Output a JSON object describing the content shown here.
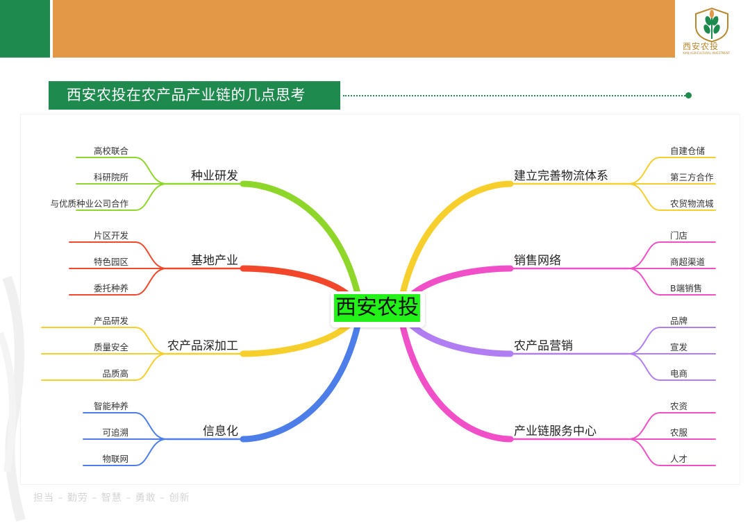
{
  "logo": {
    "name": "西安农投",
    "subtitle": "XIAN AGRICULTURAL INVESTMENT",
    "icon": "wheat-shield-icon"
  },
  "title": "西安农投在农产品产业链的几点思考",
  "motto": "担当 – 勤劳 – 智慧 – 勇敢 – 创新",
  "colors": {
    "header_green": "#1e8a4e",
    "header_orange": "#e39848",
    "center_highlight": "#22f218"
  },
  "mindmap": {
    "center": "西安农投",
    "left": [
      {
        "label": "种业研发",
        "color": "#8fd62a",
        "children": [
          "高校联合",
          "科研院所",
          "与优质种业公司合作"
        ]
      },
      {
        "label": "基地产业",
        "color": "#f2472a",
        "children": [
          "片区开发",
          "特色园区",
          "委托种养"
        ]
      },
      {
        "label": "农产品深加工",
        "color": "#f7cf2c",
        "children": [
          "产品研发",
          "质量安全",
          "品质高"
        ]
      },
      {
        "label": "信息化",
        "color": "#4d7de8",
        "children": [
          "智能种养",
          "可追溯",
          "物联网"
        ]
      }
    ],
    "right": [
      {
        "label": "建立完善物流体系",
        "color": "#f7cf2c",
        "children": [
          "自建仓储",
          "第三方合作",
          "农贸物流城"
        ]
      },
      {
        "label": "销售网络",
        "color": "#f04fc7",
        "children": [
          "门店",
          "商超渠道",
          "B端销售"
        ]
      },
      {
        "label": "农产品营销",
        "color": "#b07ef2",
        "children": [
          "品牌",
          "宣发",
          "电商"
        ]
      },
      {
        "label": "产业链服务中心",
        "color": "#f04fc7",
        "children": [
          "农资",
          "农服",
          "人才"
        ]
      }
    ]
  }
}
